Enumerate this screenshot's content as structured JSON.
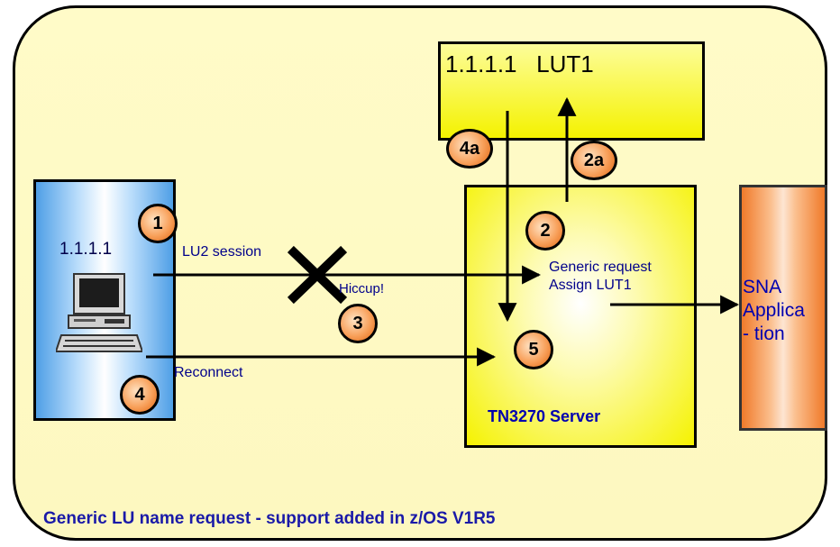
{
  "client": {
    "ip": "1.1.1.1",
    "icon": "computer-icon"
  },
  "lut": {
    "label": "1.1.1.1   LUT1"
  },
  "server": {
    "label": "TN3270 Server"
  },
  "sna": {
    "label": "SNA\nApplica\n- tion"
  },
  "connections": {
    "lu2_label": "LU2 session",
    "hiccup_label": "Hiccup!",
    "generic_label": "Generic request\nAssign LUT1",
    "reconnect_label": "Reconnect"
  },
  "steps": {
    "s1": "1",
    "s2": "2",
    "s2a": "2a",
    "s3": "3",
    "s4": "4",
    "s4a": "4a",
    "s5": "5"
  },
  "caption": "Generic LU name request - support added in z/OS V1R5",
  "colors": {
    "panel_bg": "#fdf8c0",
    "client_blue": "#4f9fe6",
    "server_yellow": "#f5f200",
    "sna_orange": "#f07a2a",
    "badge_orange": "#f8a05a",
    "label_navy": "#00008b"
  }
}
